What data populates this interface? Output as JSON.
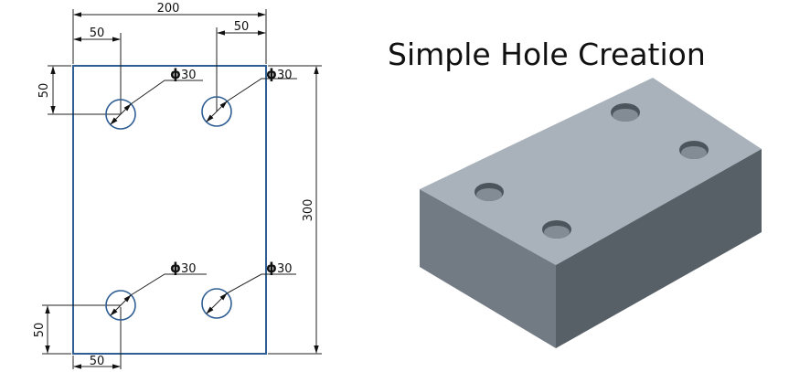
{
  "title": "Simple Hole Creation",
  "drawing": {
    "overall_width": "200",
    "overall_height": "300",
    "top_right_offset": "50",
    "top_left_offset": "50",
    "left_top_offset": "50",
    "left_bottom_offset": "50",
    "bottom_left_offset": "50",
    "hole_diameter_value": "30",
    "hole_diameter_symbol": "ϕ"
  },
  "colors": {
    "outline": "#2f5e94",
    "block_top": "#a9b2bb",
    "block_front": "#727b84",
    "block_side": "#575f67"
  }
}
